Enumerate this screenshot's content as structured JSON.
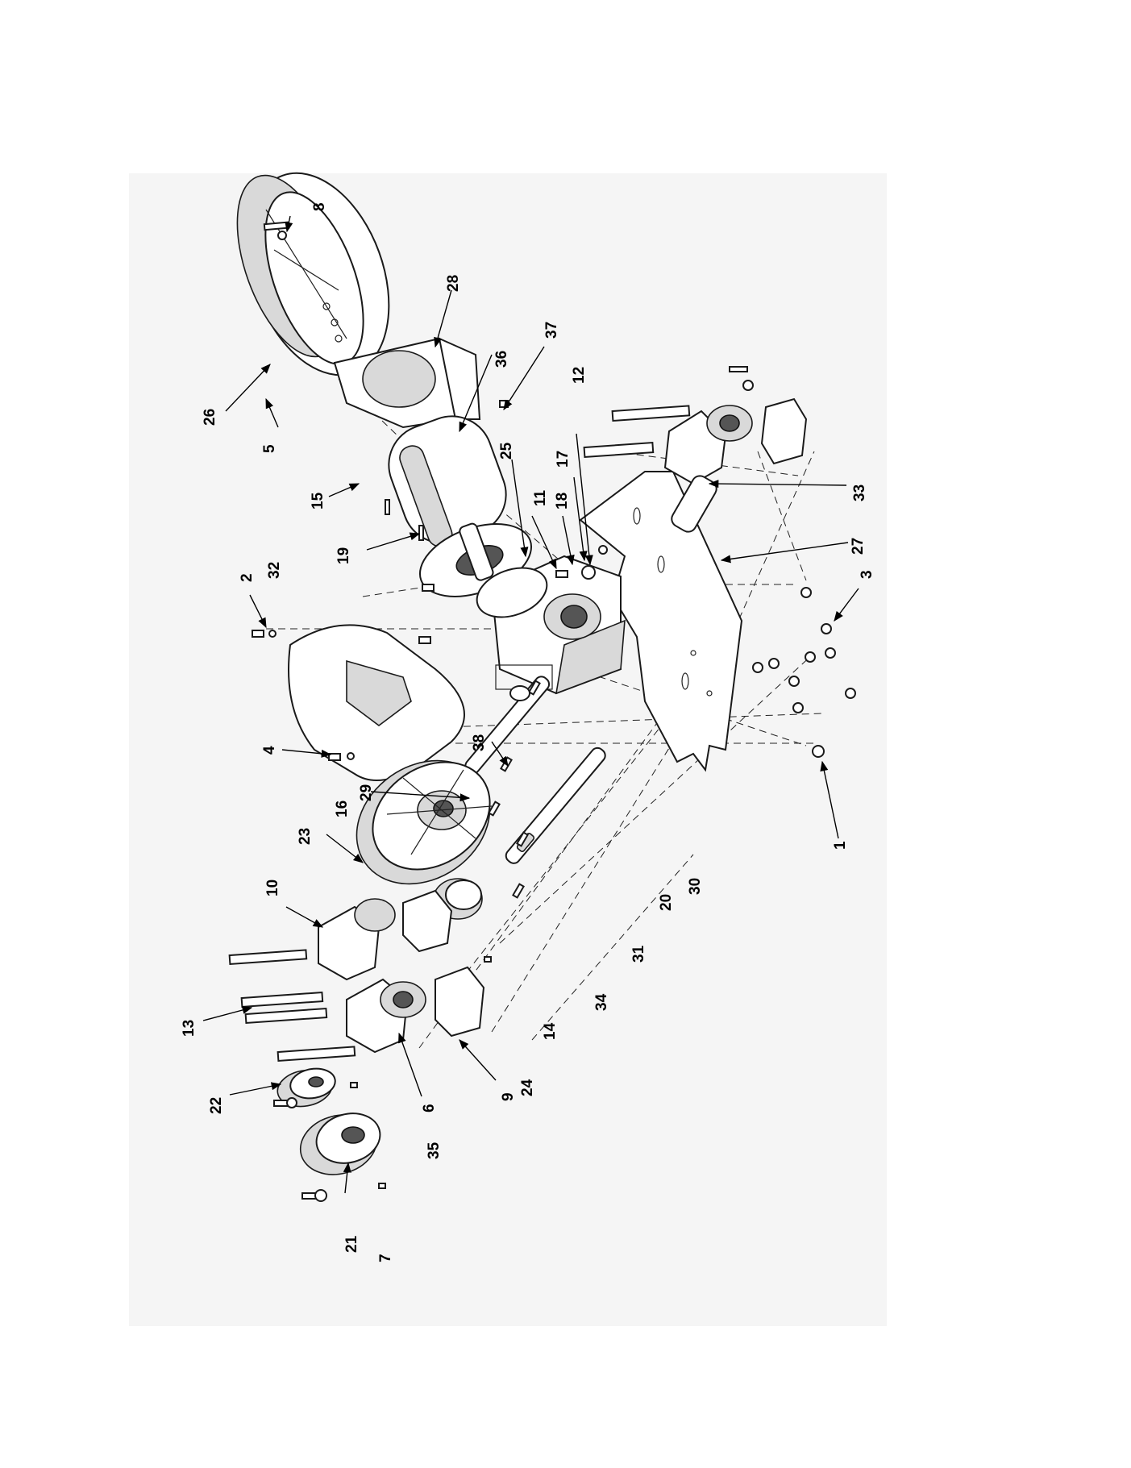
{
  "diagram": {
    "type": "exploded-parts-view",
    "callouts": [
      "1",
      "2",
      "3",
      "4",
      "5",
      "6",
      "7",
      "8",
      "9",
      "10",
      "11",
      "12",
      "13",
      "14",
      "15",
      "16",
      "17",
      "18",
      "19",
      "20",
      "21",
      "22",
      "23",
      "24",
      "25",
      "26",
      "27",
      "28",
      "29",
      "30",
      "31",
      "32",
      "33",
      "34",
      "35",
      "36",
      "37",
      "38"
    ]
  },
  "colors": {
    "background": "#ffffff",
    "ink": "#111111",
    "shade": "#d9d9d9",
    "dark": "#555555",
    "page_tint": "#f2f2f2"
  }
}
